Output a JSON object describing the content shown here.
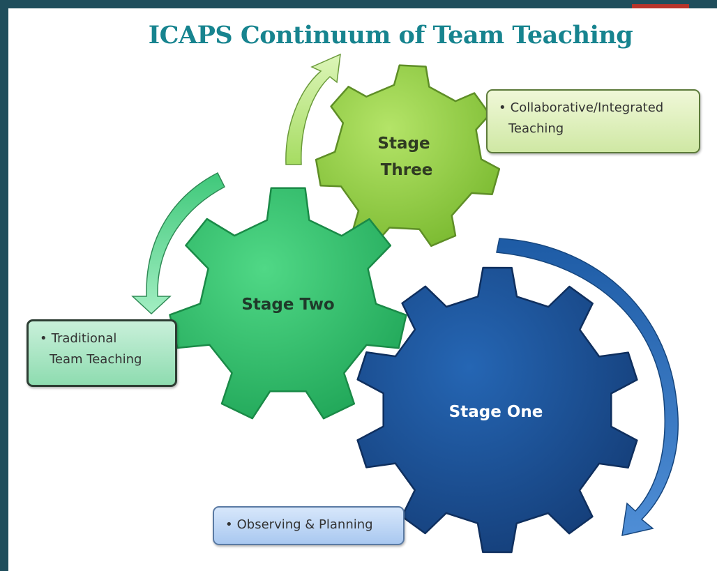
{
  "title": "ICAPS Continuum of Team Teaching",
  "stages": [
    {
      "label_lines": [
        "Stage",
        "Three"
      ],
      "note_lines": [
        "Collaborative/Integrated",
        "Teaching"
      ],
      "color": "#96d246"
    },
    {
      "label_lines": [
        "Stage Two"
      ],
      "note_lines": [
        "Traditional",
        "Team Teaching"
      ],
      "color": "#36c46e"
    },
    {
      "label_lines": [
        "Stage One"
      ],
      "note_lines": [
        "Observing & Planning"
      ],
      "color": "#1f5ca6"
    }
  ],
  "colors": {
    "title": "#17848f",
    "frame": "#1f4e5c",
    "frame_accent": "#b8342a",
    "arrow_green_light": "#c3ea8c",
    "arrow_green": "#5fd68f",
    "arrow_blue": "#2a69b5"
  }
}
